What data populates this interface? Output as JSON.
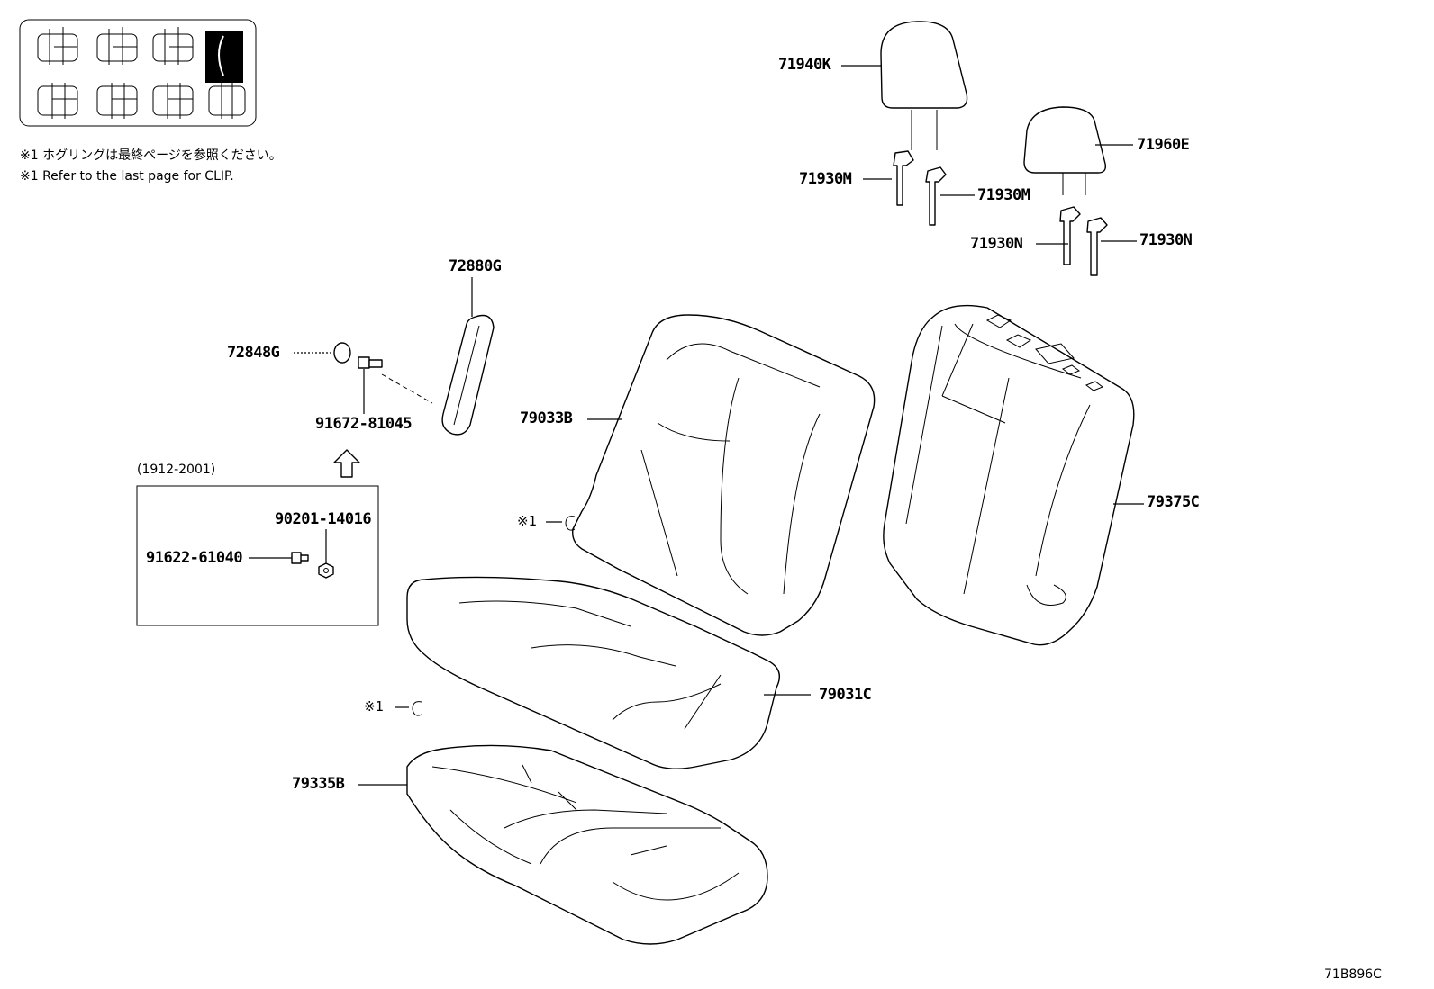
{
  "notes": {
    "jp": "※1 ホグリングは最終ページを参照ください。",
    "en": "※1 Refer to the last page for CLIP."
  },
  "labels": {
    "p71940K": "71940K",
    "p71960E": "71960E",
    "p71930M_a": "71930M",
    "p71930M_b": "71930M",
    "p71930N_a": "71930N",
    "p71930N_b": "71930N",
    "p72880G": "72880G",
    "p72848G": "72848G",
    "p91672": "91672-81045",
    "p79033B": "79033B",
    "p79375C": "79375C",
    "p79031C": "79031C",
    "p79335B": "79335B",
    "p90201": "90201-14016",
    "p91622": "91622-61040"
  },
  "date_range": "(1912-2001)",
  "clip_ref_1": "※1",
  "clip_ref_2": "※1",
  "diagram_code": "71B896C"
}
